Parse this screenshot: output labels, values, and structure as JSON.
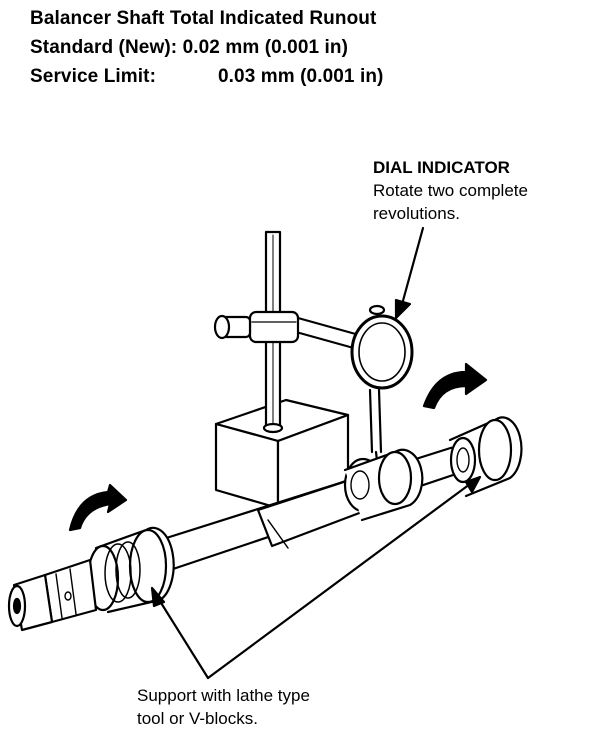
{
  "specs": {
    "title": "Balancer Shaft Total Indicated Runout",
    "standard_label": "Standard (New):",
    "standard_value": "0.02 mm (0.001 in)",
    "limit_label": "Service Limit:",
    "limit_value": "0.03 mm (0.001 in)"
  },
  "callouts": {
    "dial_indicator_title": "DIAL INDICATOR",
    "dial_indicator_line1": "Rotate two complete",
    "dial_indicator_line2": "revolutions.",
    "support_line1": "Support with lathe type",
    "support_line2": "tool or V-blocks."
  },
  "colors": {
    "ink": "#000000",
    "paper": "#ffffff"
  }
}
